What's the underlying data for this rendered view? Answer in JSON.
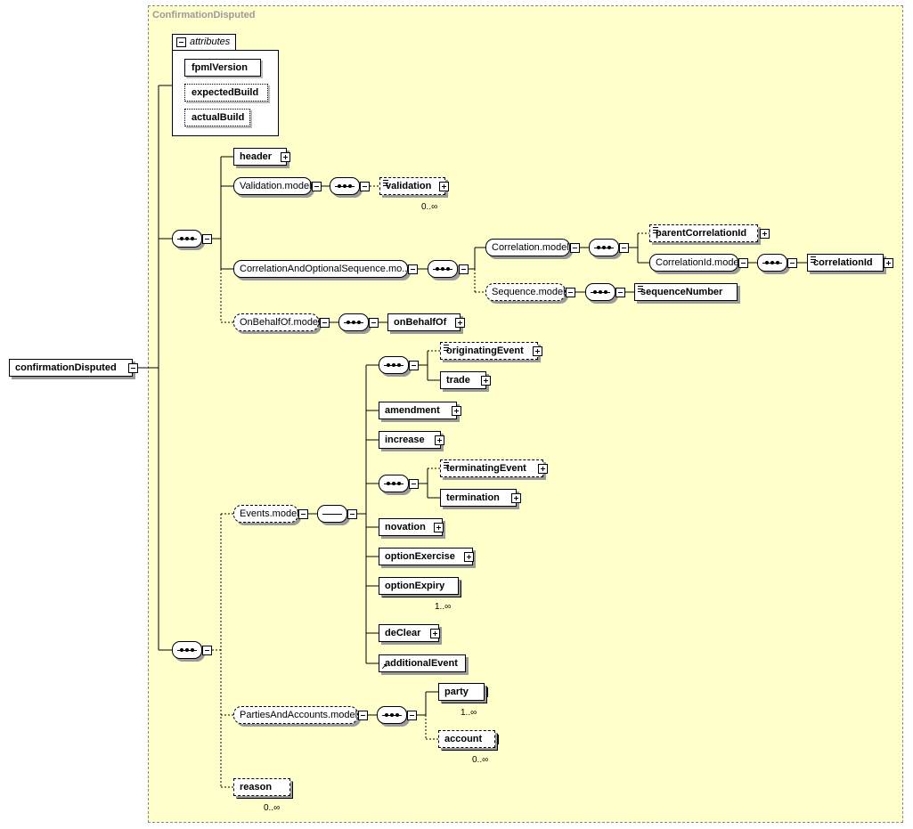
{
  "diagram": {
    "frame_title": "ConfirmationDisputed",
    "root": "confirmationDisputed",
    "attributes": {
      "label": "attributes",
      "items": [
        "fpmlVersion",
        "expectedBuild",
        "actualBuild"
      ]
    },
    "elements": {
      "header": "header",
      "validation_model": "Validation.model",
      "validation": "validation",
      "validation_card": "0..∞",
      "corr_seq_model": "CorrelationAndOptionalSequence.mo...",
      "correlation_model": "Correlation.model",
      "parent_correlation_id": "parentCorrelationId",
      "correlation_id_model": "CorrelationId.model",
      "correlation_id": "correlationId",
      "sequence_model": "Sequence.model",
      "sequence_number": "sequenceNumber",
      "on_behalf_of_model": "OnBehalfOf.model",
      "on_behalf_of": "onBehalfOf",
      "events_model": "Events.model",
      "originating_event": "originatingEvent",
      "trade": "trade",
      "amendment": "amendment",
      "increase": "increase",
      "terminating_event": "terminatingEvent",
      "termination": "termination",
      "novation": "novation",
      "option_exercise": "optionExercise",
      "option_expiry": "optionExpiry",
      "option_expiry_card": "1..∞",
      "de_clear": "deClear",
      "additional_event": "additionalEvent",
      "parties_model": "PartiesAndAccounts.model",
      "party": "party",
      "party_card": "1..∞",
      "account": "account",
      "account_card": "0..∞",
      "reason": "reason",
      "reason_card": "0..∞"
    }
  }
}
